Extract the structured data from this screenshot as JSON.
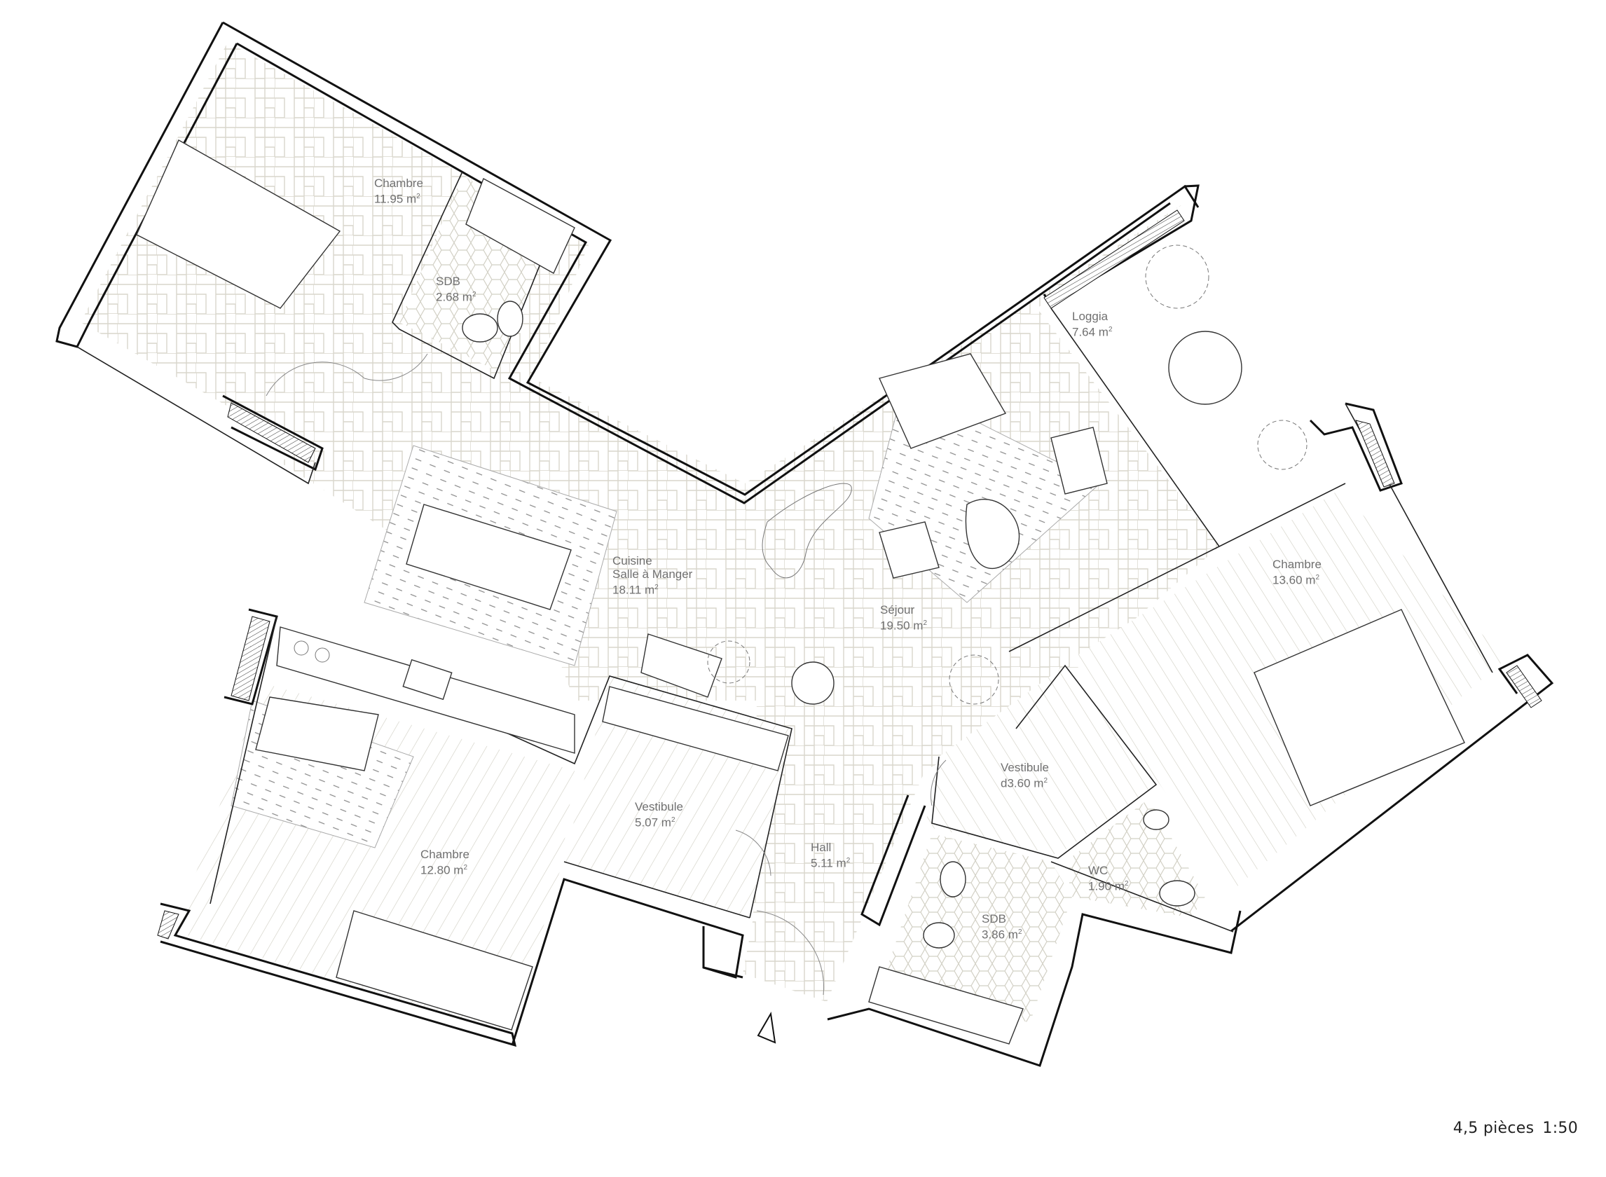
{
  "plan": {
    "title": "4,5 pièces",
    "scale": "1:50",
    "colors": {
      "wall": "#111111",
      "label": "#707070",
      "tile_pattern": "#d8d6cc",
      "hatch": "#cfcdc2",
      "background": "#ffffff"
    },
    "entrance_marker": "triangle-entrance-icon",
    "rooms": [
      {
        "id": "chambre-1",
        "name": "Chambre",
        "area": "11.95 m",
        "unit_sup": "2",
        "floor": "herringbone"
      },
      {
        "id": "sdb-1",
        "name": "SDB",
        "area": "2.68 m",
        "unit_sup": "2",
        "floor": "hex-tile"
      },
      {
        "id": "loggia",
        "name": "Loggia",
        "area": "7.64 m",
        "unit_sup": "2",
        "floor": "plain"
      },
      {
        "id": "cuisine",
        "name": "Cuisine",
        "name2": "Salle à Manger",
        "area": "18.11 m",
        "unit_sup": "2",
        "floor": "herringbone"
      },
      {
        "id": "sejour",
        "name": "Séjour",
        "area": "19.50 m",
        "unit_sup": "2",
        "floor": "herringbone"
      },
      {
        "id": "chambre-3",
        "name": "Chambre",
        "area": "13.60 m",
        "unit_sup": "2",
        "floor": "plank"
      },
      {
        "id": "vestibule-2",
        "name": "Vestibule",
        "area": "d3.60 m",
        "unit_sup": "2",
        "floor": "plank"
      },
      {
        "id": "wc",
        "name": "WC",
        "area": "1.90 m",
        "unit_sup": "2",
        "floor": "hex-tile"
      },
      {
        "id": "sdb-2",
        "name": "SDB",
        "area": "3.86 m",
        "unit_sup": "2",
        "floor": "hex-tile"
      },
      {
        "id": "hall",
        "name": "Hall",
        "area": "5.11 m",
        "unit_sup": "2",
        "floor": "herringbone"
      },
      {
        "id": "vestibule-1",
        "name": "Vestibule",
        "area": "5.07 m",
        "unit_sup": "2",
        "floor": "plank"
      },
      {
        "id": "chambre-2",
        "name": "Chambre",
        "area": "12.80 m",
        "unit_sup": "2",
        "floor": "plank"
      }
    ]
  }
}
